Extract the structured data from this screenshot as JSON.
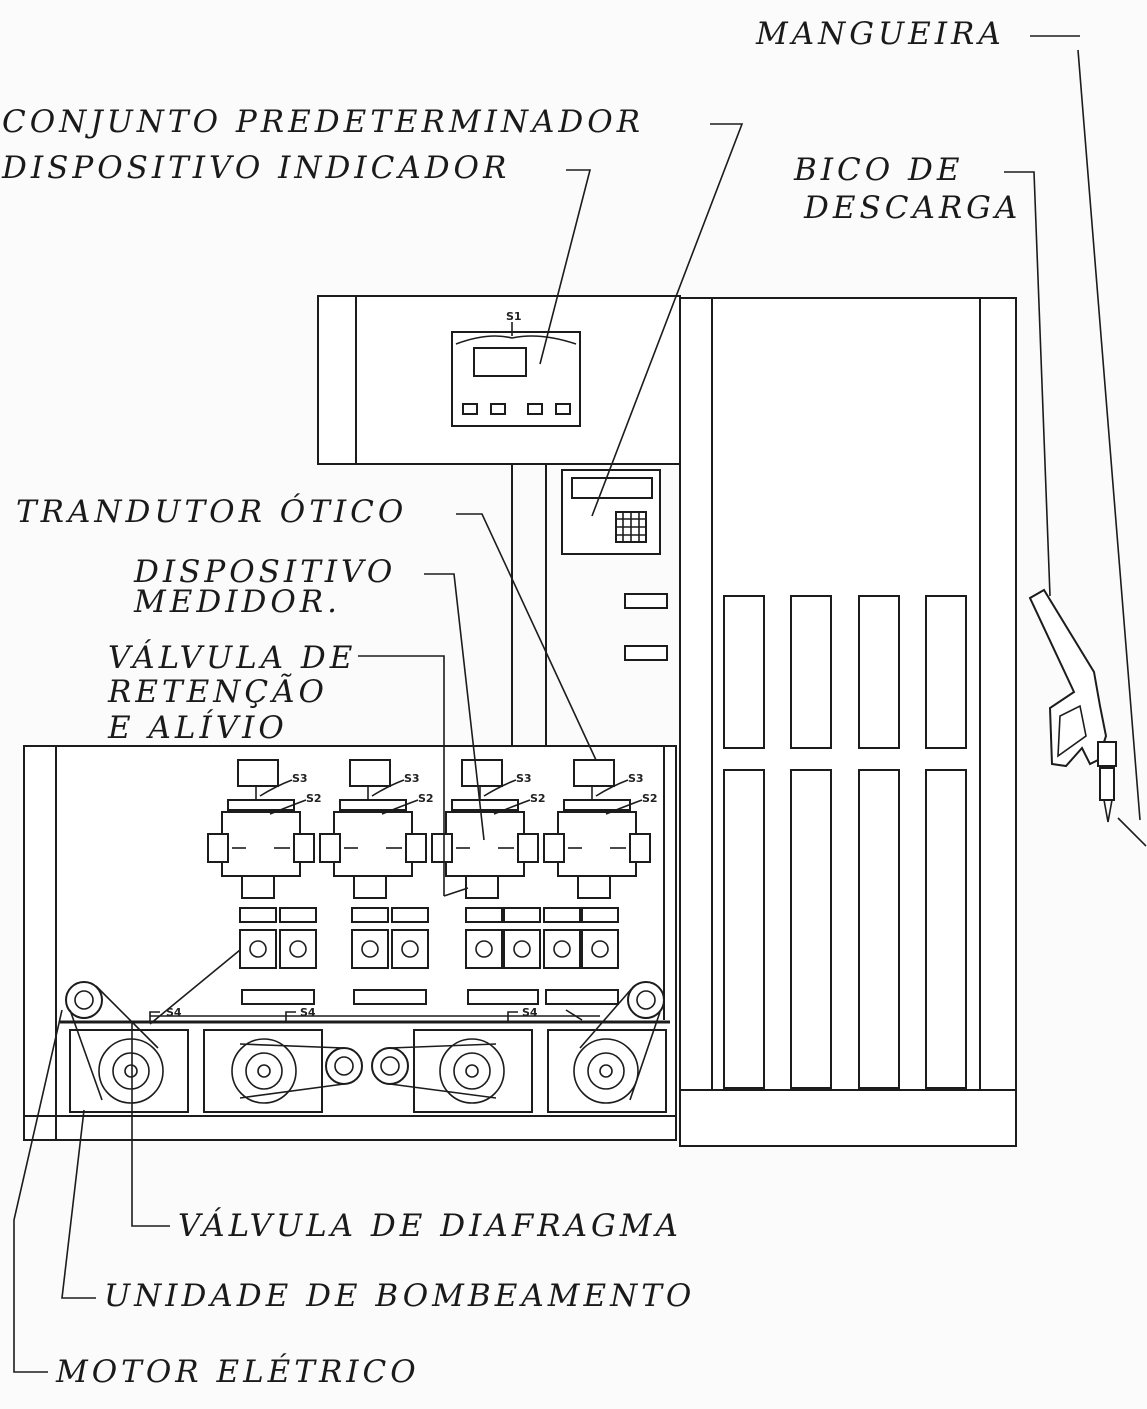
{
  "labels": {
    "mangueira": "MANGUEIRA",
    "conjunto_predeterminador": "CONJUNTO PREDETERMINADOR",
    "dispositivo_indicador": "DISPOSITIVO INDICADOR",
    "bico_de_descarga_line1": "BICO DE",
    "bico_de_descarga_line2": "DESCARGA",
    "transdutor_otico": "TRANDUTOR ÓTICO",
    "dispositivo_medidor_line1": "DISPOSITIVO",
    "dispositivo_medidor_line2": "MEDIDOR.",
    "valvula_retencao_line1": "VÁLVULA DE",
    "valvula_retencao_line2": "RETENÇÃO",
    "valvula_retencao_line3": "E ALÍVIO",
    "valvula_diafragma": "VÁLVULA DE DIAFRAGMA",
    "unidade_bombeamento": "UNIDADE DE BOMBEAMENTO",
    "motor_eletrico": "MOTOR ELÉTRICO"
  },
  "tags": {
    "s1": "S1",
    "s2": "S2",
    "s3": "S3",
    "s4": "S4"
  }
}
